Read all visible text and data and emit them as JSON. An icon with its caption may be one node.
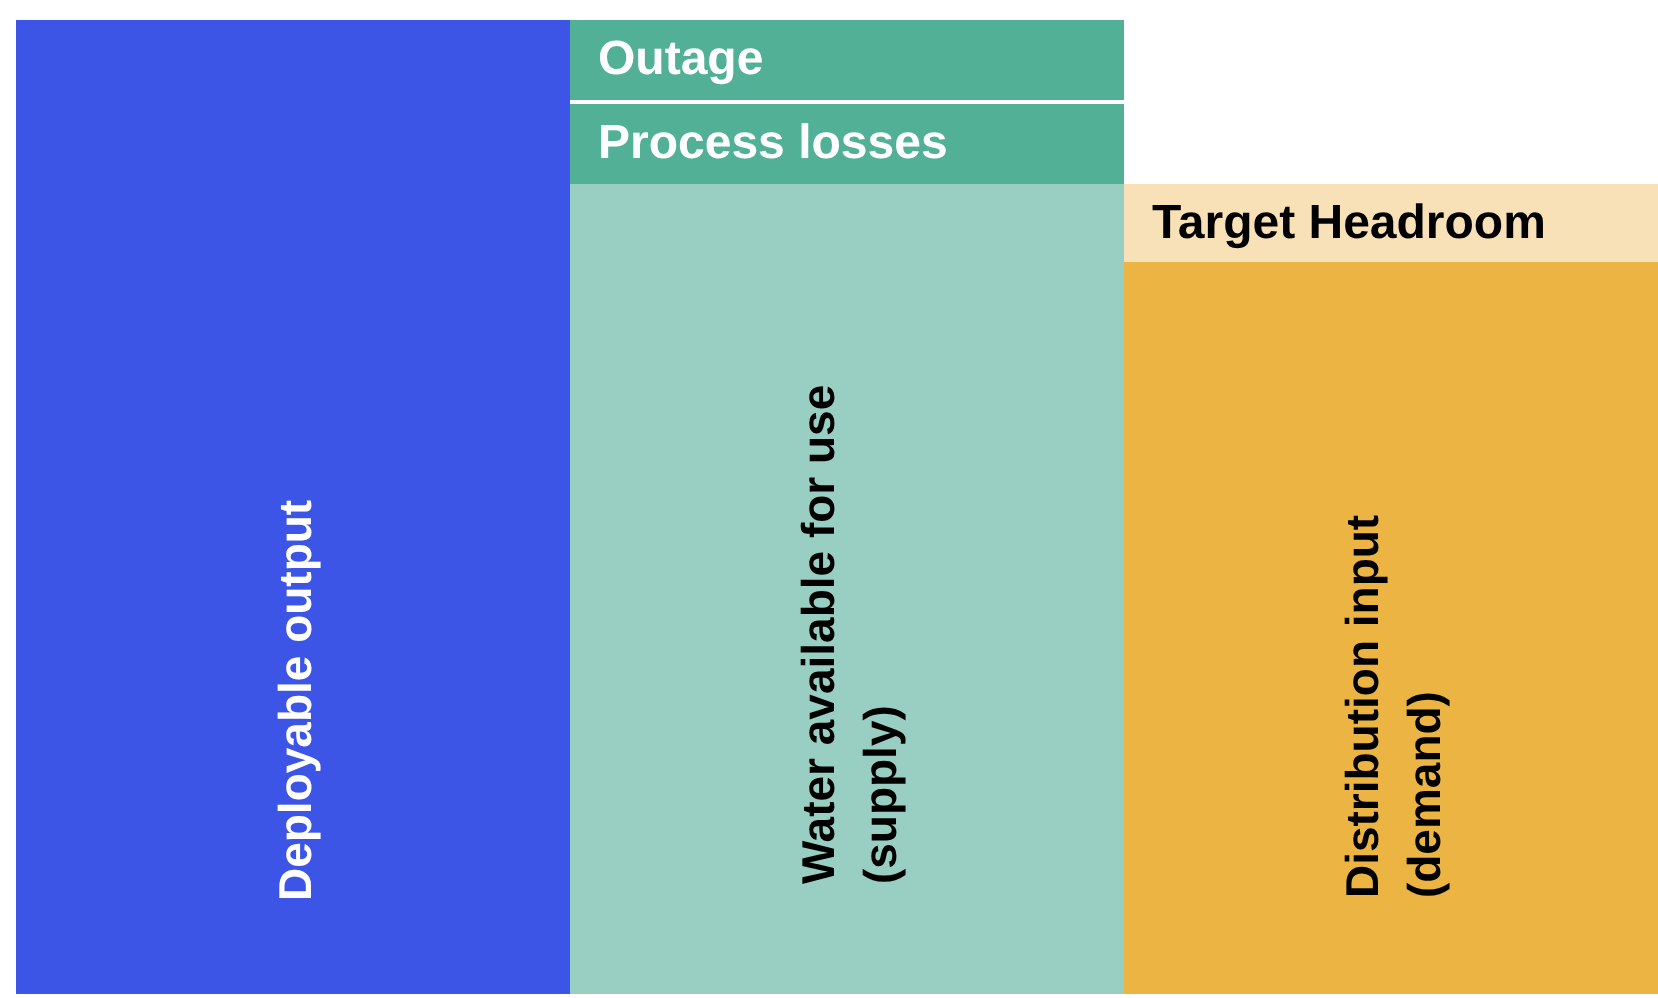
{
  "diagram": {
    "nodes": [
      {
        "text": [
          "Deployable output"
        ]
      },
      {
        "text": [
          "Outage"
        ]
      },
      {
        "text": [
          "Process losses"
        ]
      },
      {
        "text": [
          "Water available for use (supply)"
        ]
      },
      {
        "text": [
          "Target Headroom"
        ]
      },
      {
        "text": [
          "Distribution input (demand)"
        ]
      }
    ]
  }
}
